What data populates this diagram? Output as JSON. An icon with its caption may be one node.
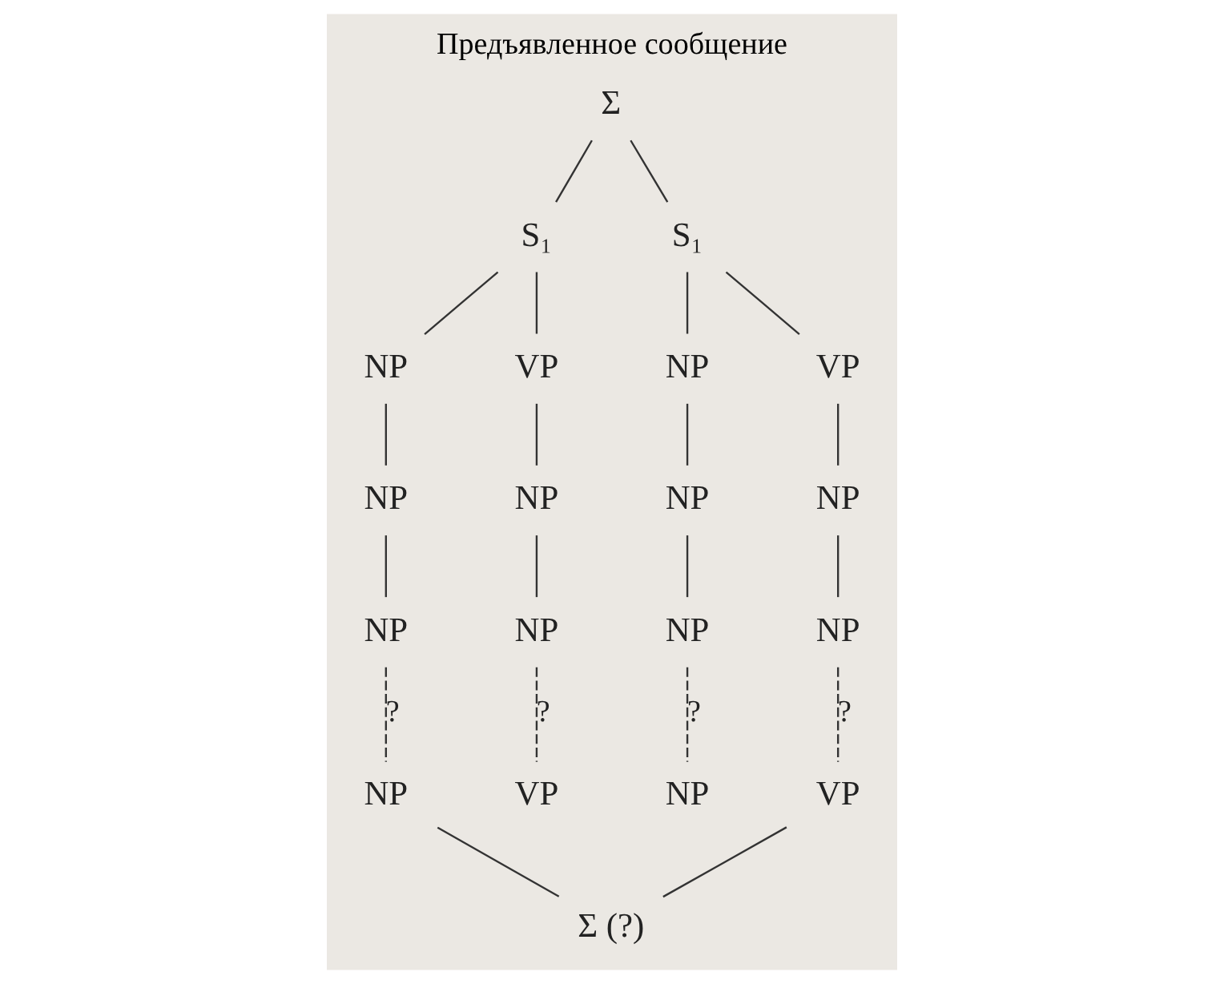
{
  "diagram": {
    "title": "Предъявленное сообщение",
    "nodes": [
      {
        "text": [
          "Σ"
        ]
      },
      {
        "text": [
          "S₁"
        ]
      },
      {
        "text": [
          "S₁"
        ]
      },
      {
        "text": [
          "NP"
        ]
      },
      {
        "text": [
          "VP"
        ]
      },
      {
        "text": [
          "NP"
        ]
      },
      {
        "text": [
          "VP"
        ]
      },
      {
        "text": [
          "NP"
        ]
      },
      {
        "text": [
          "NP"
        ]
      },
      {
        "text": [
          "NP"
        ]
      },
      {
        "text": [
          "NP"
        ]
      },
      {
        "text": [
          "NP"
        ]
      },
      {
        "text": [
          "NP"
        ]
      },
      {
        "text": [
          "NP"
        ]
      },
      {
        "text": [
          "NP"
        ]
      },
      {
        "text": [
          "NP"
        ]
      },
      {
        "text": [
          "VP"
        ]
      },
      {
        "text": [
          "NP"
        ]
      },
      {
        "text": [
          "VP"
        ]
      },
      {
        "text": [
          "Σ (?)"
        ]
      }
    ],
    "edges": [
      {
        "from": 0,
        "to": 1,
        "arrow": "none"
      },
      {
        "from": 0,
        "to": 2,
        "arrow": "none"
      },
      {
        "from": 1,
        "to": 3,
        "arrow": "none"
      },
      {
        "from": 1,
        "to": 4,
        "arrow": "none"
      },
      {
        "from": 2,
        "to": 5,
        "arrow": "none"
      },
      {
        "from": 2,
        "to": 6,
        "arrow": "none"
      },
      {
        "from": 3,
        "to": 7,
        "arrow": "none"
      },
      {
        "from": 4,
        "to": 8,
        "arrow": "none"
      },
      {
        "from": 5,
        "to": 9,
        "arrow": "none"
      },
      {
        "from": 6,
        "to": 10,
        "arrow": "none"
      },
      {
        "from": 7,
        "to": 11,
        "arrow": "none"
      },
      {
        "from": 8,
        "to": 12,
        "arrow": "none"
      },
      {
        "from": 9,
        "to": 13,
        "arrow": "none"
      },
      {
        "from": 10,
        "to": 14,
        "arrow": "none"
      },
      {
        "from": 11,
        "to": 15,
        "arrow": "none",
        "style": "dashed",
        "label": "?"
      },
      {
        "from": 12,
        "to": 16,
        "arrow": "none",
        "style": "dashed",
        "label": "?"
      },
      {
        "from": 13,
        "to": 17,
        "arrow": "none",
        "style": "dashed",
        "label": "?"
      },
      {
        "from": 14,
        "to": 18,
        "arrow": "none",
        "style": "dashed",
        "label": "?"
      },
      {
        "from": 15,
        "to": 19,
        "arrow": "none"
      },
      {
        "from": 18,
        "to": 19,
        "arrow": "none"
      }
    ]
  }
}
